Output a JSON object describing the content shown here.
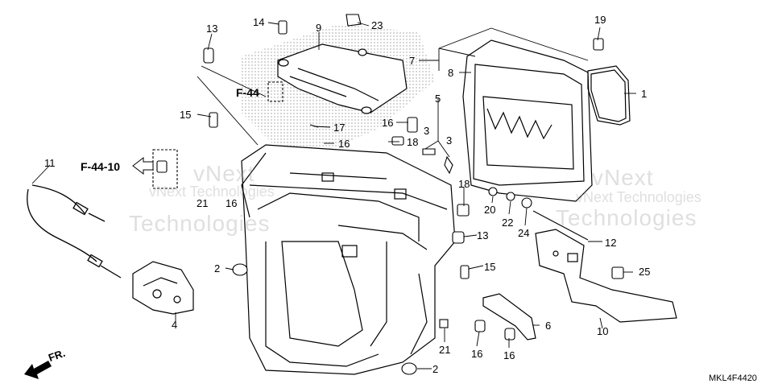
{
  "diagram": {
    "drawing_code": "MKL4F4420",
    "direction_label": "FR.",
    "references": [
      "F-44",
      "F-44-10"
    ],
    "watermark": {
      "line1": "vNext Technologies",
      "line2": "Technologies",
      "line3": "vNext"
    },
    "part_numbers": [
      "1",
      "2",
      "2",
      "3",
      "3",
      "4",
      "5",
      "6",
      "7",
      "8",
      "9",
      "10",
      "11",
      "12",
      "13",
      "13",
      "14",
      "15",
      "15",
      "16",
      "16",
      "16",
      "16",
      "16",
      "17",
      "18",
      "18",
      "19",
      "20",
      "21",
      "21",
      "22",
      "23",
      "24",
      "25"
    ]
  }
}
